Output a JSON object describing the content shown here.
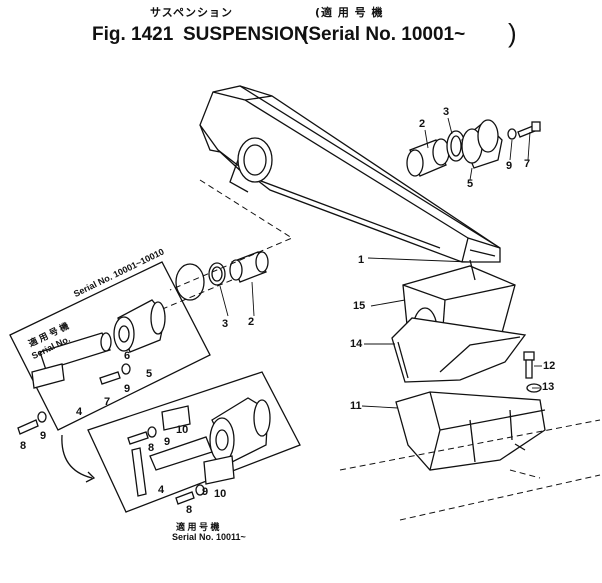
{
  "header": {
    "kana_title": "サスペンション",
    "kana_serial": "(適 用 号 機",
    "fig_label": "Fig. 1421",
    "title": "SUSPENSION",
    "serial": "(Serial  No.  10001~",
    "close_paren": ")"
  },
  "callouts": {
    "n1": "1",
    "n2_top": "2",
    "n3_top": "3",
    "n5_top": "5",
    "n9_top": "9",
    "n7_top": "7",
    "n3_mid": "3",
    "n2_mid": "2",
    "n15": "15",
    "n14": "14",
    "n12": "12",
    "n13": "13",
    "n11": "11"
  },
  "inset_old": {
    "range": "Serial No. 10001~10010",
    "jp": "適 用 号 機",
    "serial_label": "Serial No.",
    "n6": "6",
    "n9a": "9",
    "n5": "5",
    "n7": "7",
    "n4": "4",
    "n8": "8",
    "n9b": "9"
  },
  "inset_new": {
    "n8a": "8",
    "n9a": "9",
    "n10a": "10",
    "n4": "4",
    "n8b": "8",
    "n9b": "9",
    "n10b": "10",
    "jp": "適 用 号 機",
    "serial": "Serial No. 10011~"
  }
}
